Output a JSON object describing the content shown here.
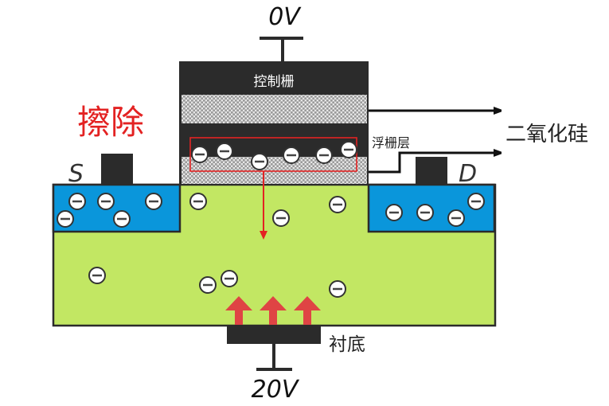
{
  "title": "擦除",
  "control_gate": {
    "label": "控制栅",
    "voltage": "0V"
  },
  "floating_gate": {
    "label": "浮栅层"
  },
  "oxide": {
    "label": "二氧化硅"
  },
  "source": {
    "label": "S"
  },
  "drain": {
    "label": "D"
  },
  "substrate": {
    "label": "衬底",
    "voltage": "20V"
  },
  "electrons": {
    "floating_gate": 6,
    "source": 5,
    "channel": 3,
    "drain": 4,
    "substrate": 4
  },
  "icons": {
    "electron": "minus-in-circle",
    "tunnel_arrow": "arrow-down",
    "field_arrows": "arrow-up",
    "oxide_pointers": "arrow-right"
  },
  "colors": {
    "accent": "#e32222",
    "source_drain": "#0a96db",
    "substrate": "#c2e763",
    "dark": "#2b2b2b",
    "arrow_red": "#df4444"
  }
}
